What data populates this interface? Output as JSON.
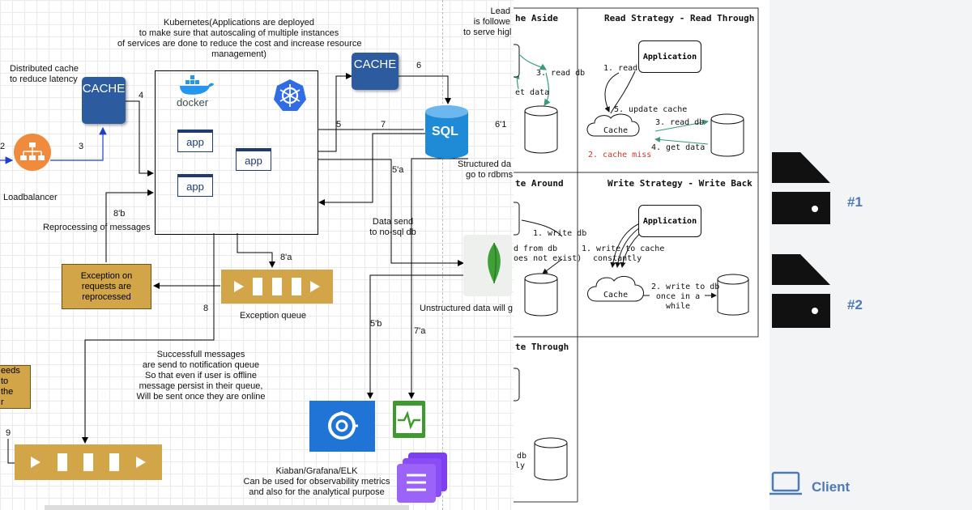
{
  "left_diagram": {
    "k8s_note": "Kubernetes(Applications are deployed to make sure that autoscaling of multiple instances of services are done to reduce the cost and increase resource management)",
    "k8s_note_lines": [
      "Kubernetes(Applications are deployed",
      "to make sure that autoscaling of multiple instances",
      "of services are done to reduce the cost and increase resource",
      "management)"
    ],
    "distributed_cache_lines": [
      "Distributed cache",
      "to reduce latency"
    ],
    "cache_label": "CACHE",
    "loadbalancer_label": "Loadbalancer",
    "docker_label": "docker",
    "app_label": "app",
    "sql_label": "SQL",
    "lead_lines": [
      "Lead",
      "is followe",
      "to serve higl"
    ],
    "structured_lines": [
      "Structured da",
      "go to rdbms"
    ],
    "data_send_lines": [
      "Data send",
      "to no-sql db"
    ],
    "unstructured": "Unstructured data will g",
    "reprocessing": "Reprocessing of messages",
    "exception_box_lines": [
      "Exception on",
      "requests are",
      "reprocessed"
    ],
    "exception_queue": "Exception queue",
    "successful_lines": [
      "Successfull messages",
      "are send to notification queue",
      "So that even if user is offline",
      "message persist in their queue,",
      "Will be sent once they are online"
    ],
    "left_gold_lines": [
      "eeds to",
      "the",
      "r"
    ],
    "monitoring_lines": [
      "Kiaban/Grafana/ELK",
      "Can be used for observability metrics",
      "and also for the analytical purpose"
    ],
    "edge_labels": {
      "e2": "2",
      "e3": "3",
      "e4": "4",
      "e5": "5",
      "e6": "6",
      "e7": "7",
      "e6p1": "6'1",
      "e5a": "5'a",
      "e5b": "5'b",
      "e7a": "7'a",
      "e8": "8",
      "e8a": "8'a",
      "e8b": "8'b",
      "e9": "9"
    }
  },
  "strategies": {
    "cache_aside_title": "he Aside",
    "read_through_title": "Read Strategy - Read Through",
    "write_around_title": "te Around",
    "write_back_title": "Write Strategy - Write Back",
    "write_through_title": "te Through",
    "application": "Application",
    "cache": "Cache",
    "ca_read_db": "3. read db",
    "ca_get_data": "et data",
    "rt_read": "1. read",
    "rt_update_cache": "5. update cache",
    "rt_read_db": "3. read db",
    "rt_get_data": "4. get data",
    "rt_cache_miss": "2. cache miss",
    "wa_write_db": "1. write db",
    "wa_read_lines": [
      "d from db",
      "oes not exist)"
    ],
    "wb_write_cache_lines": [
      "1. write to cache",
      "constantly"
    ],
    "wb_write_db_lines": [
      "2. write to db",
      "once in a",
      "while"
    ],
    "wt_db_lines": [
      "db",
      "ly"
    ]
  },
  "servers": {
    "server1": "#1",
    "server2": "#2",
    "client": "Client"
  },
  "colors": {
    "cache_blue": "#2c5c9f",
    "gold": "#d2a548",
    "lb_orange": "#f08a3c",
    "sql_blue": "#1f8ad6",
    "grafana_blue": "#1f74d6",
    "label_blue": "#4d7ab5"
  }
}
